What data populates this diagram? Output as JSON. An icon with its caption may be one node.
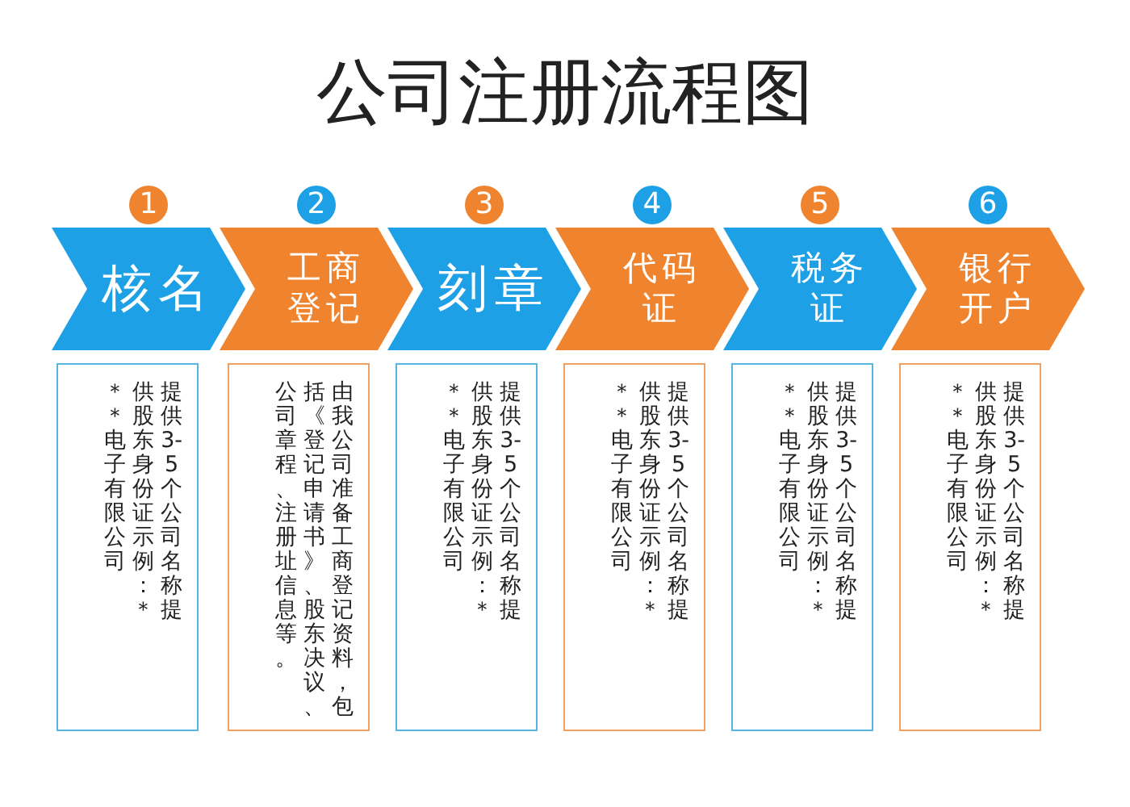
{
  "diagram": {
    "title": "公司注册流程图",
    "nodes": [
      {
        "text": [
          "1"
        ]
      },
      {
        "text": [
          "核名"
        ]
      },
      {
        "text": [
          "提供3-5个公司名称提供股东身份证示例：＊＊＊电子有限公司"
        ]
      },
      {
        "text": [
          "2"
        ]
      },
      {
        "text": [
          "工商登记"
        ]
      },
      {
        "text": [
          "由我公司准备工商登记资料，包括《登记申请书》、股东决议、公司章程、注册址信息等。"
        ]
      },
      {
        "text": [
          "3"
        ]
      },
      {
        "text": [
          "刻章"
        ]
      },
      {
        "text": [
          "提供3-5个公司名称提供股东身份证示例：＊＊＊电子有限公司"
        ]
      },
      {
        "text": [
          "4"
        ]
      },
      {
        "text": [
          "代码证"
        ]
      },
      {
        "text": [
          "提供3-5个公司名称提供股东身份证示例：＊＊＊电子有限公司"
        ]
      },
      {
        "text": [
          "5"
        ]
      },
      {
        "text": [
          "税务证"
        ]
      },
      {
        "text": [
          "提供3-5个公司名称提供股东身份证示例：＊＊＊电子有限公司"
        ]
      },
      {
        "text": [
          "6"
        ]
      },
      {
        "text": [
          "银行开户"
        ]
      },
      {
        "text": [
          "提供3-5个公司名称提供股东身份证示例：＊＊＊电子有限公司"
        ]
      }
    ],
    "edges": []
  }
}
